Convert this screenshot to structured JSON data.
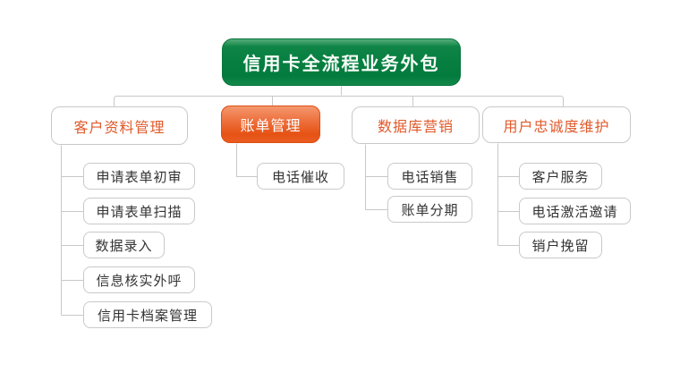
{
  "title": "信用卡全流程业务外包",
  "colors": {
    "root_top": "#58ad7a",
    "root_mid": "#067f40",
    "hl_top": "#f4986f",
    "hl_bottom": "#e65214",
    "branch_text": "#e05a2b",
    "child_text": "#333333",
    "connector": "#c8c8c8",
    "box_border": "#c9c9c9"
  },
  "branches": [
    {
      "label": "客户资料管理",
      "highlighted": false,
      "children": [
        "申请表单初审",
        "申请表单扫描",
        "数据录入",
        "信息核实外呼",
        "信用卡档案管理"
      ]
    },
    {
      "label": "账单管理",
      "highlighted": true,
      "children": [
        "电话催收"
      ]
    },
    {
      "label": "数据库营销",
      "highlighted": false,
      "children": [
        "电话销售",
        "账单分期"
      ]
    },
    {
      "label": "用户忠诚度维护",
      "highlighted": false,
      "children": [
        "客户服务",
        "电话激活邀请",
        "销户挽留"
      ]
    }
  ]
}
